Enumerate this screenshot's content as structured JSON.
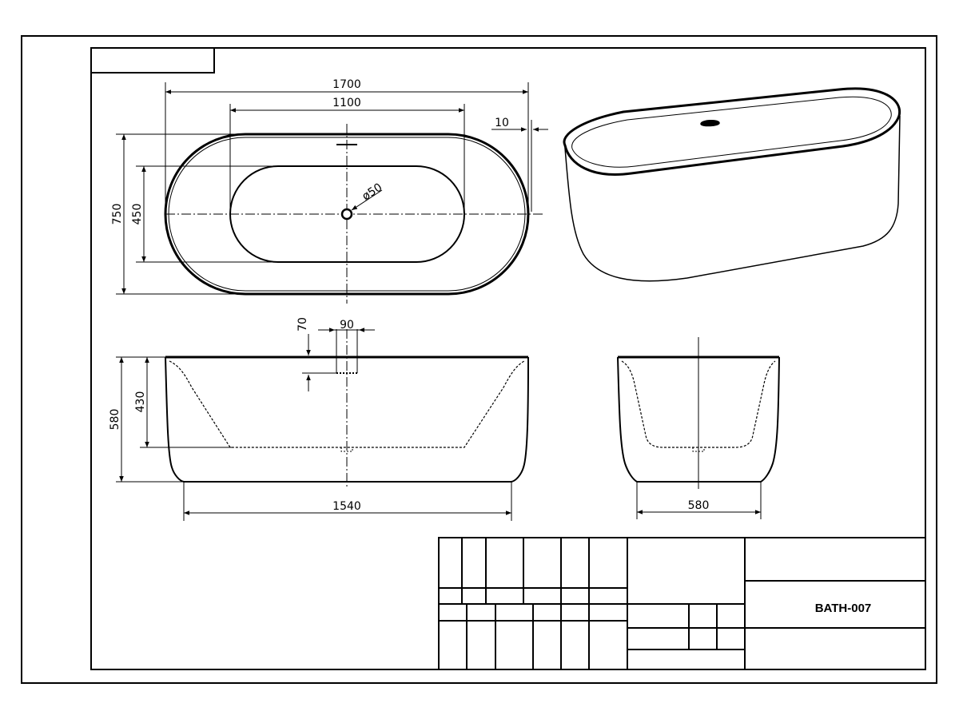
{
  "drawing": {
    "code": "BATH-007",
    "plan_view": {
      "overall_length": "1700",
      "inner_length": "1100",
      "rim_offset": "10",
      "overall_width": "750",
      "inner_width": "450",
      "drain_diameter": "ø50"
    },
    "side_view": {
      "overflow_height": "70",
      "overflow_width": "90",
      "inner_depth": "430",
      "overall_height": "580",
      "base_length": "1540"
    },
    "end_view": {
      "base_width": "580"
    }
  }
}
